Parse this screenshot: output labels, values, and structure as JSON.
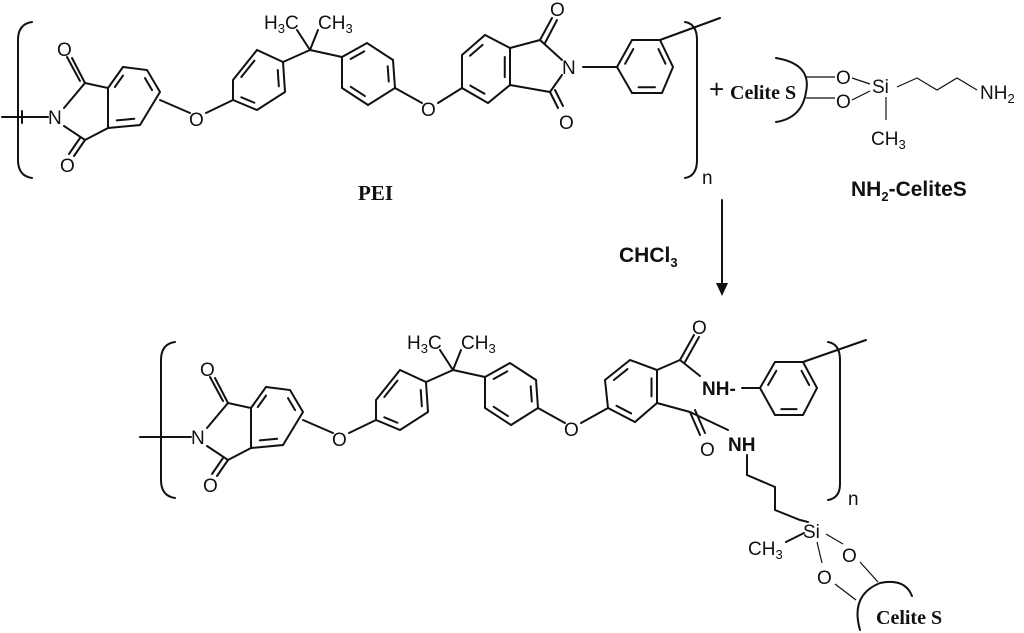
{
  "reactant_polymer": {
    "name": "PEI",
    "atoms": {
      "n_imide_left": "N",
      "n_imide_right": "N",
      "o_carbonyl": "O",
      "o_ether": "O",
      "methyl_left": {
        "main": "H",
        "sub": "3",
        "tail": "C"
      },
      "methyl_right": {
        "main": "CH",
        "sub": "3"
      }
    },
    "repeat_subscript": "n"
  },
  "reactant_silane": {
    "plus": "+",
    "support": "Celite S",
    "o": "O",
    "si": "Si",
    "amine": {
      "main": "NH",
      "sub": "2"
    },
    "methyl": {
      "main": "CH",
      "sub": "3"
    },
    "name": {
      "main": "NH",
      "sub": "2",
      "tail": "-CeliteS"
    }
  },
  "reaction": {
    "solvent": {
      "main": "CHCl",
      "sub": "3"
    }
  },
  "product": {
    "amide_nh": "NH",
    "amide_nh_dash": "NH-",
    "si": "Si",
    "o": "O",
    "n": "N",
    "methyl": {
      "main": "CH",
      "sub": "3"
    },
    "support": "Celite S",
    "repeat_subscript": "n"
  }
}
